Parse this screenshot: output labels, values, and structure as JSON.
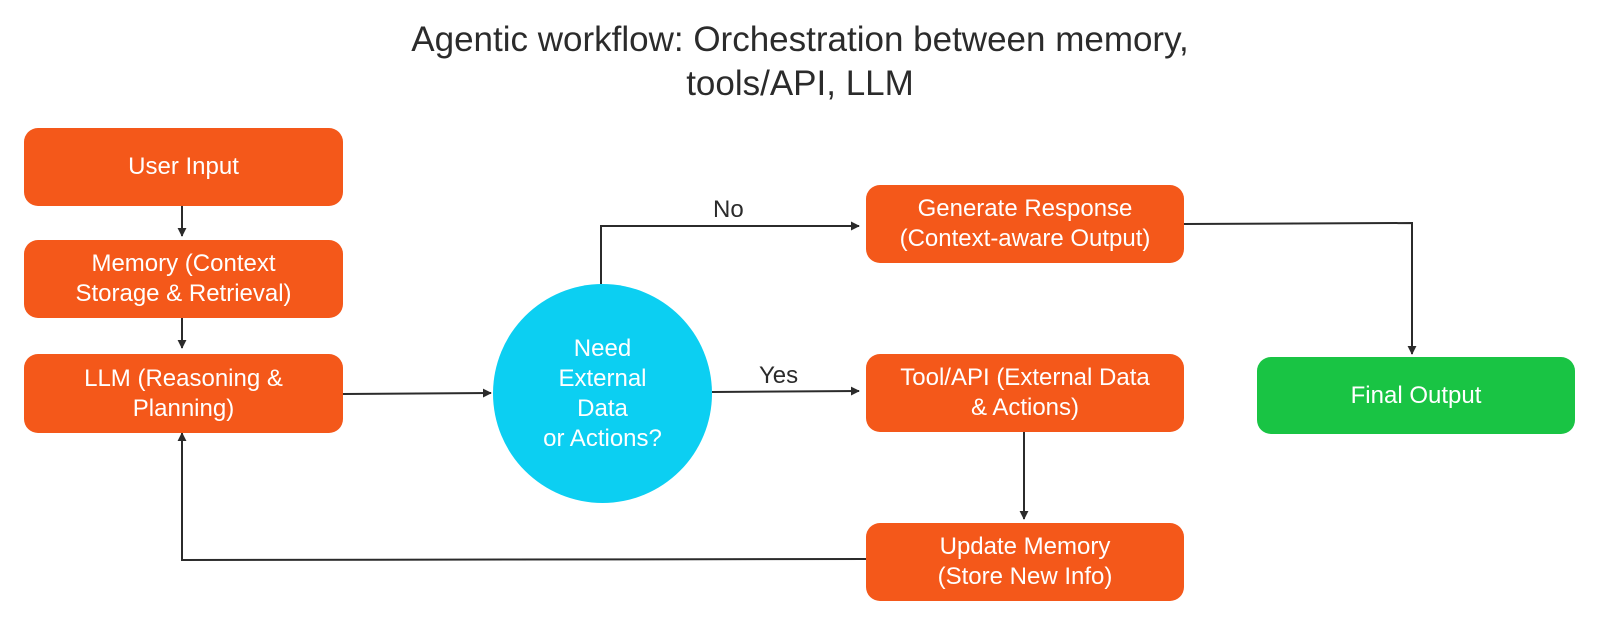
{
  "title": {
    "line1": "Agentic workflow: Orchestration between memory,",
    "line2": "tools/API, LLM"
  },
  "colors": {
    "process_node": "#f4581a",
    "final_node": "#19c444",
    "decision_node": "#0ccff2",
    "connector": "#2b2b2b"
  },
  "nodes": {
    "user_input": "User Input",
    "memory": "Memory (Context\nStorage & Retrieval)",
    "llm": "LLM (Reasoning &\nPlanning)",
    "decision": "Need\nExternal\nData\nor Actions?",
    "generate_response": "Generate Response\n(Context-aware Output)",
    "tool_api": "Tool/API (External Data\n& Actions)",
    "update_memory": "Update Memory\n(Store New Info)",
    "final_output": "Final Output"
  },
  "edge_labels": {
    "no": "No",
    "yes": "Yes"
  }
}
